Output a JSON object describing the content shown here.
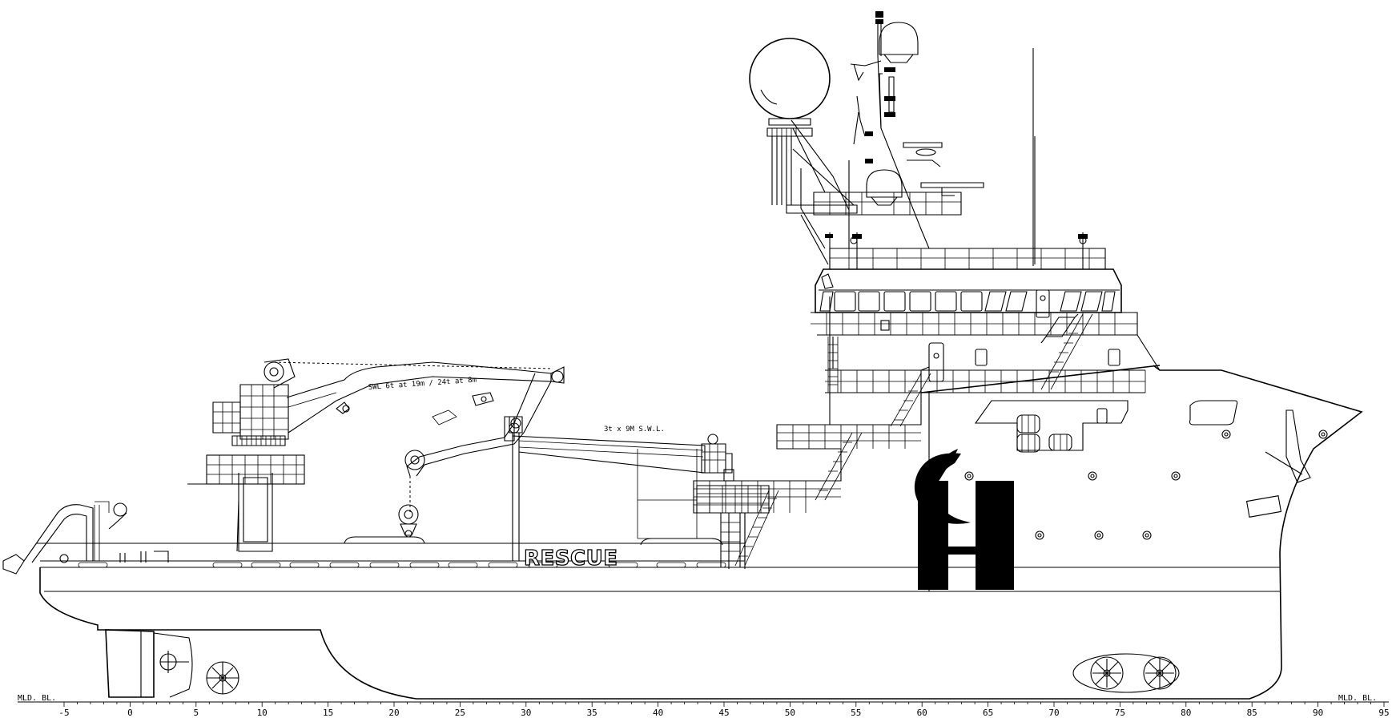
{
  "baseline": {
    "left_label": "MLD. BL.",
    "right_label": "MLD. BL."
  },
  "frame_scale": {
    "ticks": [
      "-5",
      "0",
      "5",
      "10",
      "15",
      "20",
      "25",
      "30",
      "35",
      "40",
      "45",
      "50",
      "55",
      "60",
      "65",
      "70",
      "75",
      "80",
      "85",
      "90",
      "95"
    ]
  },
  "main_crane": {
    "swl_label": "SWL 6t at 19m / 24t at 8m"
  },
  "aux_crane": {
    "swl_label": "3t x 9M S.W.L."
  },
  "hull_marking": {
    "rescue_label": "RESCUE"
  },
  "logo": {
    "name": "company-h-leaf-logo"
  }
}
